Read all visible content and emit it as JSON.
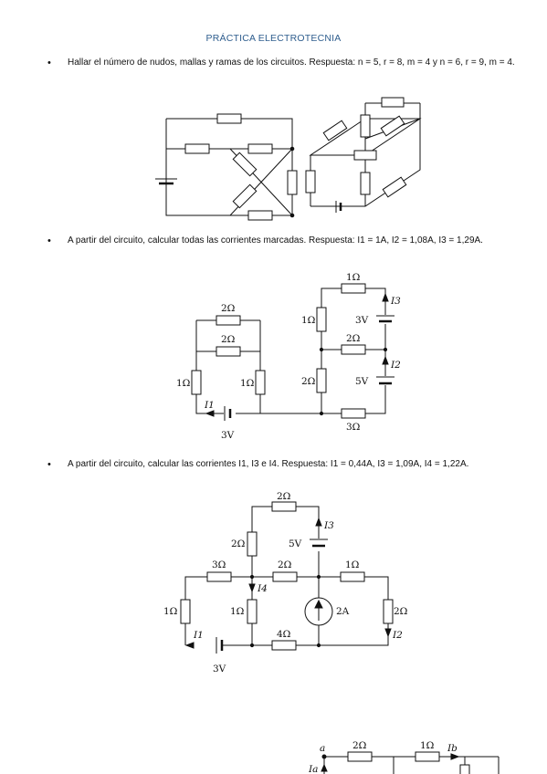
{
  "document": {
    "title": "PRÁCTICA ELECTROTECNIA",
    "bullet_symbol": "•",
    "problems": [
      {
        "text": "Hallar el número de nudos, mallas y ramas de los circuitos. Respuesta: n = 5, r = 8, m = 4 y n = 6, r = 9, m = 4."
      },
      {
        "text": "A partir del circuito, calcular todas las corrientes marcadas. Respuesta: I1 = 1A, I2 = 1,08A, I3 = 1,29A."
      },
      {
        "text": "A partir del circuito, calcular las corrientes I1, I3 e I4. Respuesta: I1 = 0,44A, I3 = 1,09A, I4 = 1,22A."
      }
    ]
  },
  "circuit2_labels": {
    "r_top": "1Ω",
    "i3": "I3",
    "r_left_upper": "1Ω",
    "v_upper": "3V",
    "r_mid": "2Ω",
    "i2": "I2",
    "r_left_lower": "2Ω",
    "v_lower": "5V",
    "r_bottom": "3Ω",
    "r_box_top": "2Ω",
    "r_box_mid": "2Ω",
    "r_box_left": "1Ω",
    "r_box_right": "1Ω",
    "i1": "I1",
    "v_source": "3V"
  },
  "circuit3_labels": {
    "r_top": "2Ω",
    "i3": "I3",
    "r_vertical_upper": "2Ω",
    "v_upper": "5V",
    "r_left_top": "3Ω",
    "r_center": "2Ω",
    "r_right_top": "1Ω",
    "i4": "I4",
    "r_far_left": "1Ω",
    "r_inner_left": "1Ω",
    "current_source": "2A",
    "r_far_right": "2Ω",
    "i1": "I1",
    "r_bottom": "4Ω",
    "i2": "I2",
    "v_source": "3V"
  },
  "circuit4_labels": {
    "node_a": "a",
    "r_top_left": "2Ω",
    "r_top_right": "1Ω",
    "ib": "Ib",
    "ia": "Ia"
  }
}
